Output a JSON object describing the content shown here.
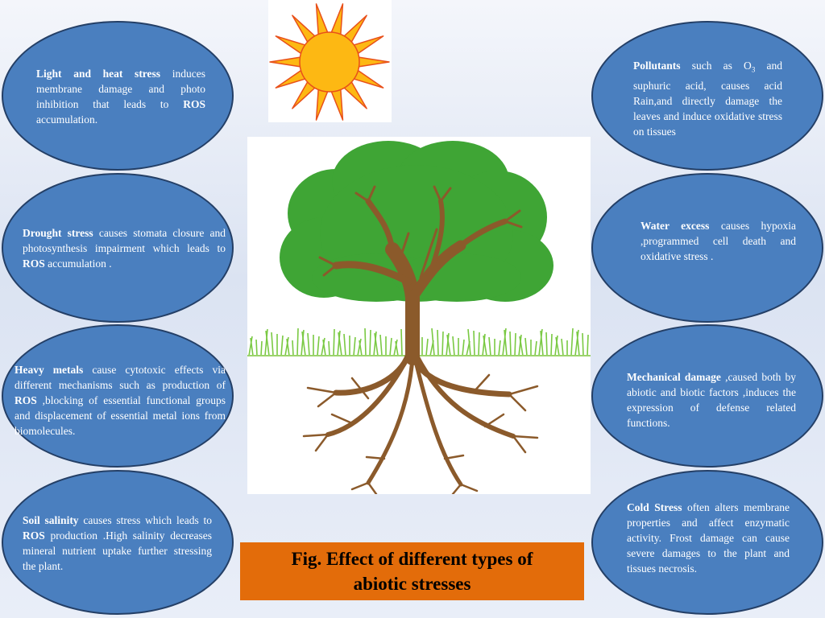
{
  "caption": {
    "line1": "Fig. Effect of different types of",
    "line2": "abiotic stresses"
  },
  "left": [
    {
      "head": "Light and heat stress",
      "text": " induces membrane damage  and photo inhibition that leads to ",
      "ros": "ROS",
      "tail": " accumulation."
    },
    {
      "head": "Drought stress",
      "text": " causes stomata closure and photosynthesis impairment which leads to ",
      "ros": "ROS",
      "tail": " accumulation ."
    },
    {
      "head": "Heavy metals",
      "text": " cause cytotoxic effects via different mechanisms such as production of ",
      "ros": "ROS",
      "tail": " ,blocking of essential functional groups and displacement of essential metal ions from biomolecules."
    },
    {
      "head": "Soil salinity",
      "text": " causes stress which leads to ",
      "ros": "ROS",
      "tail": " production .High salinity decreases mineral nutrient uptake further stressing the plant."
    }
  ],
  "right": [
    {
      "head": "Pollutants",
      "pre": " such as O",
      "sub": "3",
      "text": " and suphuric acid, causes acid Rain,and directly damage the leaves and induce  oxidative stress on tissues"
    },
    {
      "head": "Water excess",
      "text": " causes hypoxia ,programmed cell death and oxidative stress ."
    },
    {
      "head": "Mechanical damage",
      "text": " ,caused both by abiotic and biotic factors ,induces the expression  of defense related functions."
    },
    {
      "head": "Cold Stress",
      "text": " often alters membrane properties  and affect enzymatic activity. Frost damage can cause severe damages to the plant and tissues necrosis."
    }
  ],
  "colors": {
    "bubble_fill": "#4a7fbf",
    "bubble_border": "#243f66",
    "caption_bg": "#e36c0a",
    "sun": "#fdb813",
    "canopy": "#3fa535",
    "trunk": "#8b5a2b",
    "grass": "#7ac943"
  }
}
